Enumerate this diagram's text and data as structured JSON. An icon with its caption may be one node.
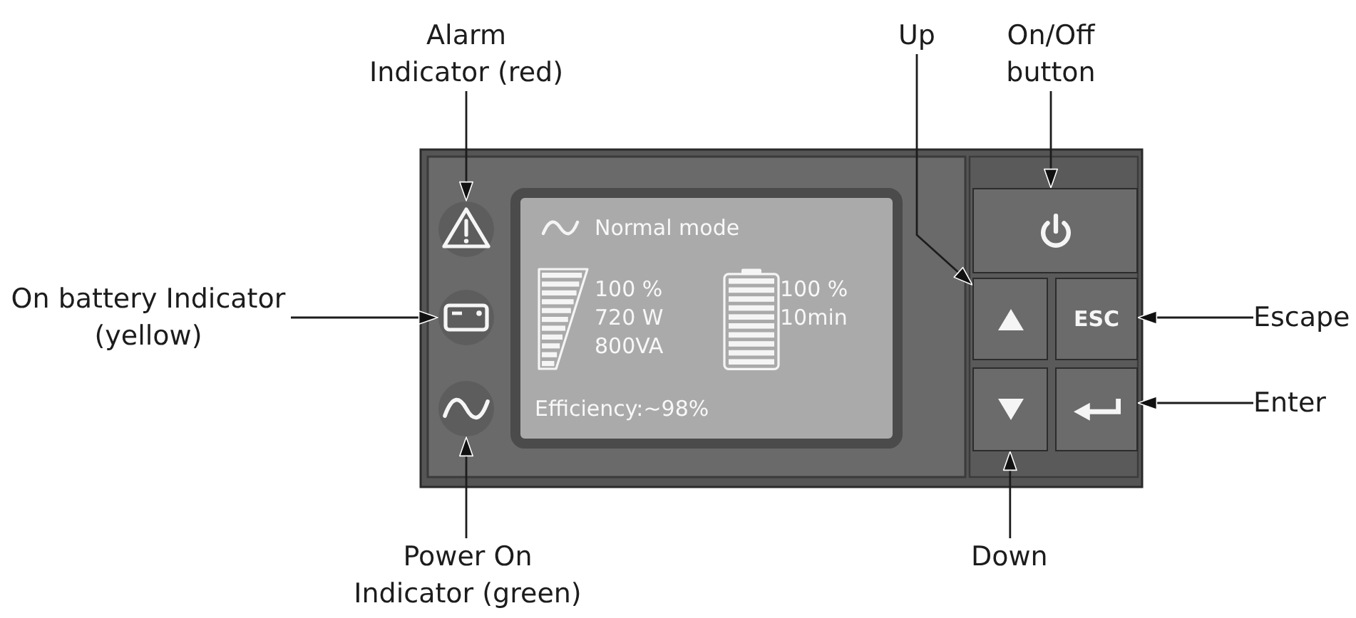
{
  "diagram": {
    "nodes": [
      {
        "text": [
          "Alarm Indicator (red)"
        ]
      },
      {
        "text": [
          "On battery Indicator (yellow)"
        ]
      },
      {
        "text": [
          "Power On Indicator (green)"
        ]
      },
      {
        "text": [
          "Up"
        ]
      },
      {
        "text": [
          "On/Off button"
        ]
      },
      {
        "text": [
          "Escape"
        ]
      },
      {
        "text": [
          "Enter"
        ]
      },
      {
        "text": [
          "Down"
        ]
      },
      {
        "text": [],
        "shape": "picture"
      },
      {
        "text": [],
        "shape": "picture"
      },
      {
        "text": [],
        "shape": "picture"
      },
      {
        "text": [
          "Normal mode",
          "100 % 720 W 800VA",
          "100 % 10min",
          "Efficiency:~98%"
        ]
      },
      {
        "text": [],
        "shape": "box"
      },
      {
        "text": [],
        "shape": "box"
      },
      {
        "text": [
          "ESC"
        ]
      },
      {
        "text": [],
        "shape": "box"
      },
      {
        "text": [],
        "shape": "box"
      }
    ],
    "edges": [
      {
        "from": 0,
        "to": 8,
        "arrow": "to"
      },
      {
        "from": 1,
        "to": 9,
        "arrow": "to"
      },
      {
        "from": 2,
        "to": 10,
        "arrow": "to"
      },
      {
        "from": 3,
        "to": 13,
        "arrow": "to"
      },
      {
        "from": 4,
        "to": 12,
        "arrow": "to"
      },
      {
        "from": 5,
        "to": 14,
        "arrow": "to"
      },
      {
        "from": 6,
        "to": 16,
        "arrow": "to"
      },
      {
        "from": 7,
        "to": 15,
        "arrow": "to"
      }
    ]
  }
}
